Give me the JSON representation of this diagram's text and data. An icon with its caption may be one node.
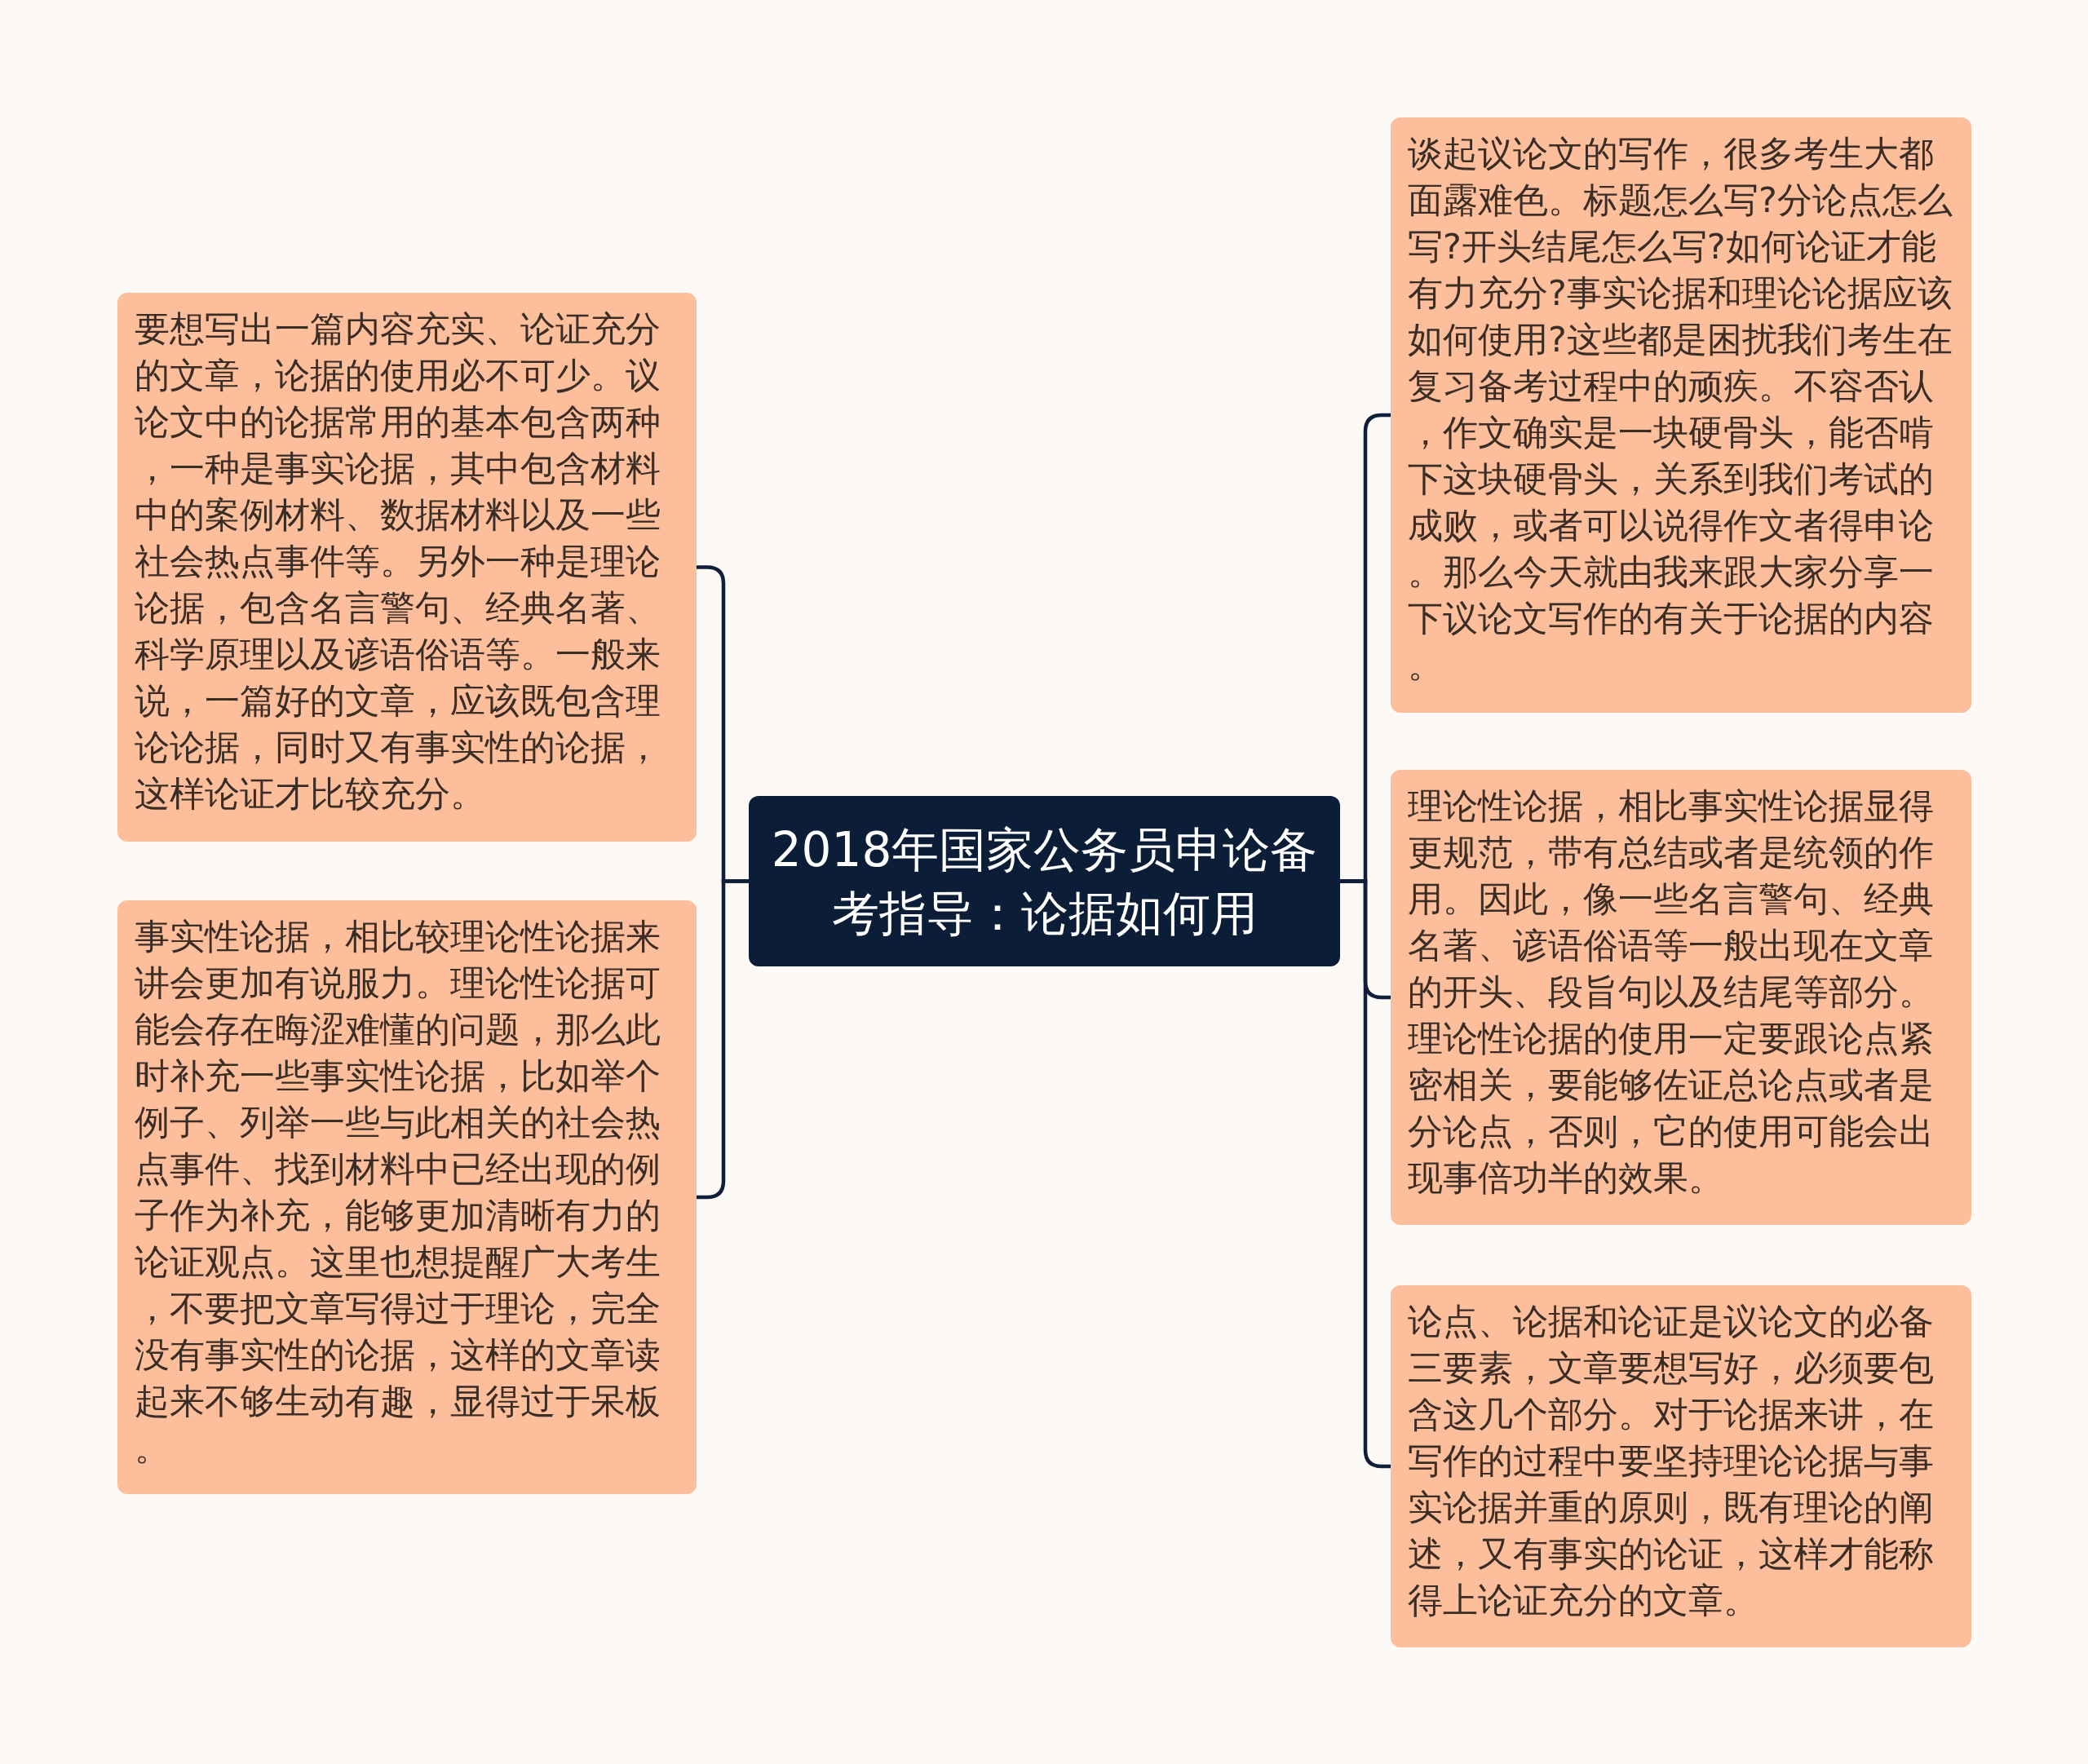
{
  "diagram": {
    "nodes": [
      {
        "text": [
          "2018年国家公务员申论备考指导：论据如何用"
        ]
      },
      {
        "text": [
          "要想写出一篇内容充实、论证充分的文章，论据的使用必不可少。议论文中的论据常用的基本包含两种，一种是事实论据，其中包含材料中的案例材料、数据材料以及一些社会热点事件等。另外一种是理论论据，包含名言警句、经典名著、科学原理以及谚语俗语等。一般来说，一篇好的文章，应该既包含理论论据，同时又有事实性的论据，这样论证才比较充分。"
        ]
      },
      {
        "text": [
          "事实性论据，相比较理论性论据来讲会更加有说服力。理论性论据可能会存在晦涩难懂的问题，那么此时补充一些事实性论据，比如举个例子、列举一些与此相关的社会热点事件、找到材料中已经出现的例子作为补充，能够更加清晰有力的论证观点。这里也想提醒广大考生，不要把文章写得过于理论，完全没有事实性的论据，这样的文章读起来不够生动有趣，显得过于呆板。"
        ]
      },
      {
        "text": [
          "谈起议论文的写作，很多考生大都面露难色。标题怎么写?分论点怎么写?开头结尾怎么写?如何论证才能有力充分?事实论据和理论论据应该如何使用?这些都是困扰我们考生在复习备考过程中的顽疾。不容否认，作文确实是一块硬骨头，能否啃下这块硬骨头，关系到我们考试的成败，或者可以说得作文者得申论。那么今天就由我来跟大家分享一下议论文写作的有关于论据的内容。"
        ]
      },
      {
        "text": [
          "理论性论据，相比事实性论据显得更规范，带有总结或者是统领的作用。因此，像一些名言警句、经典名著、谚语俗语等一般出现在文章的开头、段旨句以及结尾等部分。理论性论据的使用一定要跟论点紧密相关，要能够佐证总论点或者是分论点，否则，它的使用可能会出现事倍功半的效果。"
        ]
      },
      {
        "text": [
          "论点、论据和论证是议论文的必备三要素，文章要想写好，必须要包含这几个部分。对于论据来讲，在写作的过程中要坚持理论论据与事实论据并重的原则，既有理论的阐述，又有事实的论证，这样才能称得上论证充分的文章。"
        ]
      }
    ],
    "edges": [
      {
        "from": 0,
        "to": 1,
        "arrow": "none"
      },
      {
        "from": 0,
        "to": 2,
        "arrow": "none"
      },
      {
        "from": 0,
        "to": 3,
        "arrow": "none"
      },
      {
        "from": 0,
        "to": 4,
        "arrow": "none"
      },
      {
        "from": 0,
        "to": 5,
        "arrow": "none"
      }
    ]
  }
}
